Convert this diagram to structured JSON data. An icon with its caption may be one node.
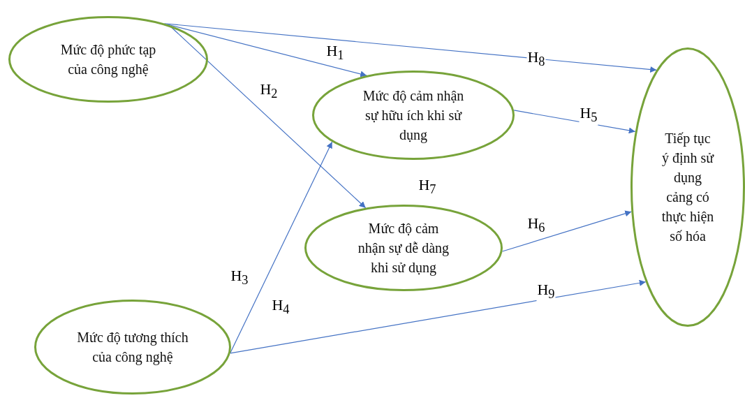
{
  "diagram": {
    "nodes": [
      {
        "text": [
          "Mức độ phức tạp của công nghệ"
        ]
      },
      {
        "text": [
          "Mức độ cảm nhận sự hữu ích khi sử dụng"
        ]
      },
      {
        "text": [
          "Mức độ cảm nhận sự dễ dàng khi sử dụng"
        ]
      },
      {
        "text": [
          "Mức độ tương thích của công nghệ"
        ]
      },
      {
        "text": [
          "Tiếp tục ý định sử dụng cảng có thực hiện số hóa"
        ]
      }
    ],
    "edges": [
      {
        "from": 0,
        "to": 1,
        "arrow": "to",
        "label": "H$_{1}$"
      },
      {
        "from": 0,
        "to": 2,
        "arrow": "to",
        "label": "H$_{2}$"
      },
      {
        "from": 3,
        "to": 1,
        "arrow": "to",
        "label": "H$_{3}$"
      },
      {
        "from": 1,
        "to": 4,
        "arrow": "to",
        "label": "H$_{5}$"
      },
      {
        "from": 2,
        "to": 4,
        "arrow": "to",
        "label": "H$_{6}$"
      },
      {
        "from": 0,
        "to": 4,
        "arrow": "to",
        "label": "H$_{8}$"
      },
      {
        "from": 3,
        "to": 4,
        "arrow": "to",
        "label": "H$_{9}$"
      }
    ],
    "labels": [
      "H$_{7}$",
      "H$_{4}$"
    ]
  }
}
